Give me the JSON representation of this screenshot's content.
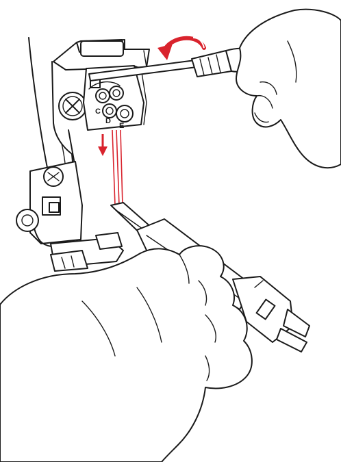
{
  "illustration": {
    "labels": {
      "c": "C",
      "d": "D",
      "e": "E"
    },
    "accent_color": "#d9232d",
    "line_color": "#1a1a1a",
    "icons": [
      "curved-rotation-arrow-icon",
      "down-arrow-icon"
    ]
  }
}
